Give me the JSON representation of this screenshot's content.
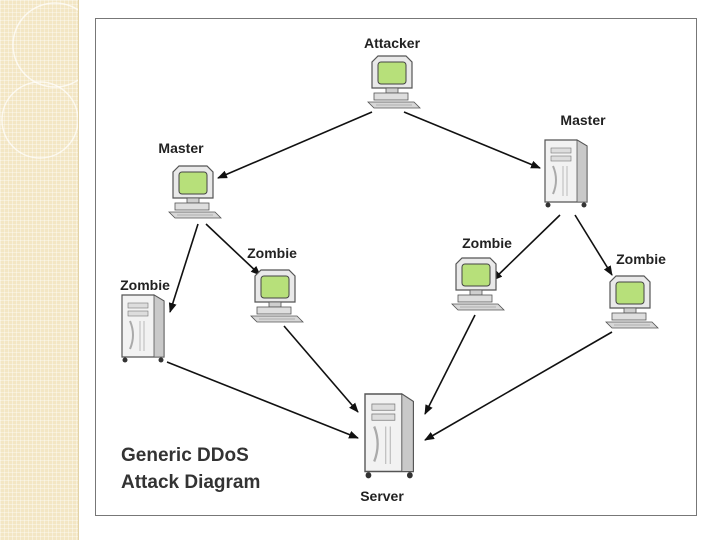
{
  "nodes": {
    "attacker": "Attacker",
    "master_left": "Master",
    "master_right": "Master",
    "zombie_1": "Zombie",
    "zombie_2": "Zombie",
    "zombie_3": "Zombie",
    "zombie_4": "Zombie",
    "server": "Server"
  },
  "caption": {
    "line1": "Generic DDoS",
    "line2": "Attack Diagram"
  },
  "colors": {
    "screen": "#b7e07a",
    "sidebar": "#f3e6c4",
    "arrow": "#111111"
  }
}
